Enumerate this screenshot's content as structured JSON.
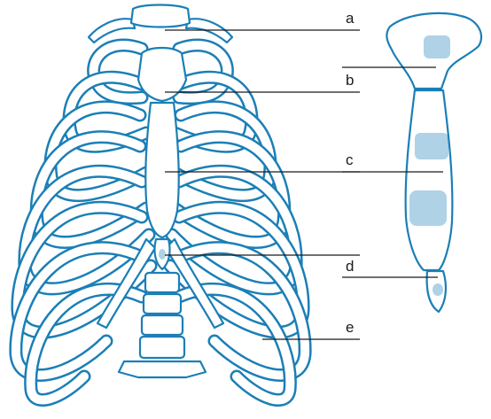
{
  "colors": {
    "bone_stroke": "#1b7fb6",
    "label_text": "#1a1a1a",
    "background": "#ffffff"
  },
  "labels": {
    "a": "a",
    "b": "b",
    "c": "c",
    "d": "d",
    "e": "e"
  }
}
